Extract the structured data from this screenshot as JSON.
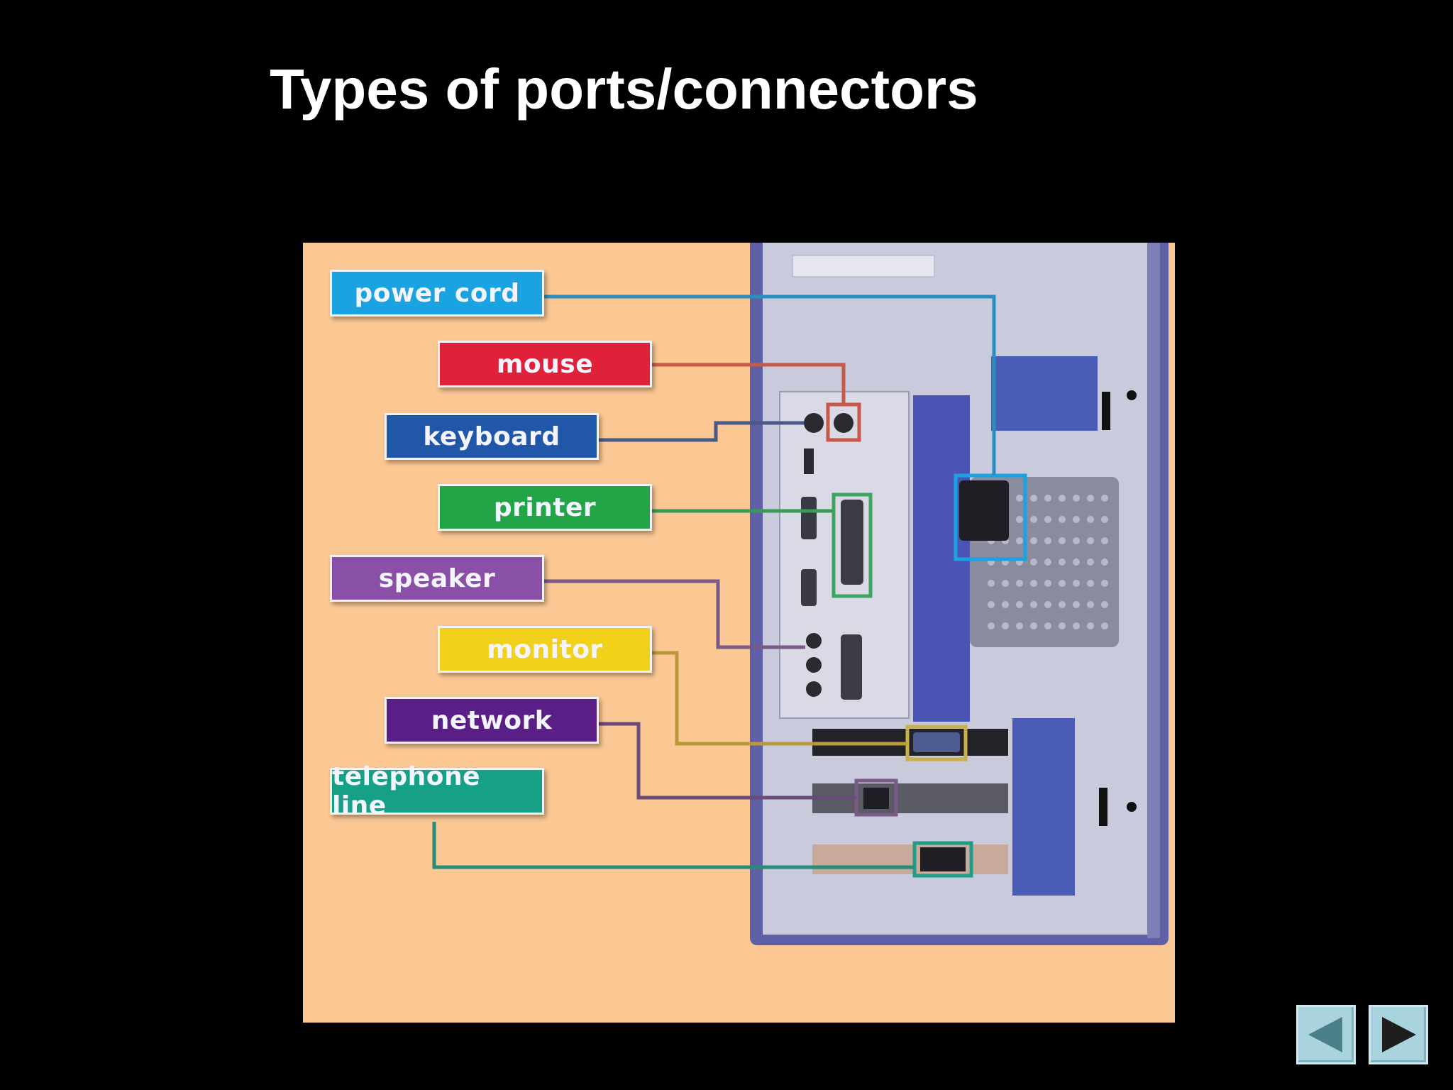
{
  "slide": {
    "title": "Types of ports/connectors"
  },
  "labels": [
    {
      "id": "power-cord",
      "text": "power cord",
      "color": "#1aa3e0"
    },
    {
      "id": "mouse",
      "text": "mouse",
      "color": "#e0213a"
    },
    {
      "id": "keyboard",
      "text": "keyboard",
      "color": "#2157a8"
    },
    {
      "id": "printer",
      "text": "printer",
      "color": "#23a446"
    },
    {
      "id": "speaker",
      "text": "speaker",
      "color": "#8a4fa6"
    },
    {
      "id": "monitor",
      "text": "monitor",
      "color": "#f2d11a"
    },
    {
      "id": "network",
      "text": "network",
      "color": "#5a1f86"
    },
    {
      "id": "telephone-line",
      "text": "telephone line",
      "color": "#16a086"
    }
  ],
  "navigation": {
    "previous_icon": "triangle-left-icon",
    "next_icon": "triangle-right-icon"
  }
}
